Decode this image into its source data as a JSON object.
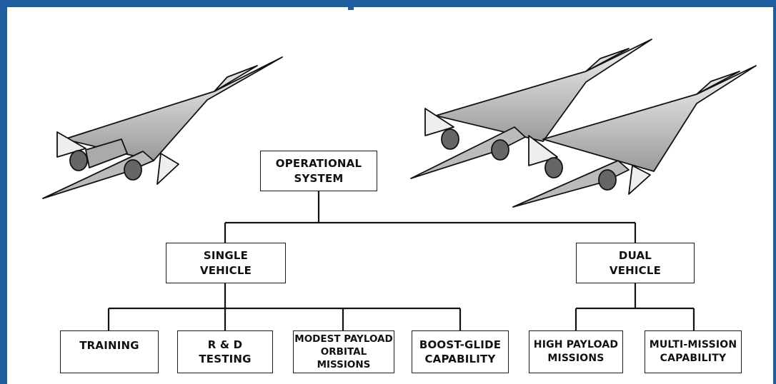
{
  "diagram": {
    "root": {
      "label": "OPERATIONAL\nSYSTEM"
    },
    "branches": [
      {
        "label": "SINGLE\nVEHICLE",
        "children": [
          {
            "label": "TRAINING"
          },
          {
            "label": "R & D\nTESTING"
          },
          {
            "label": "MODEST PAYLOAD\nORBITAL MISSIONS"
          },
          {
            "label": "BOOST-GLIDE\nCAPABILITY"
          }
        ]
      },
      {
        "label": "DUAL\nVEHICLE",
        "children": [
          {
            "label": "HIGH PAYLOAD\nMISSIONS"
          },
          {
            "label": "MULTI-MISSION\nCAPABILITY"
          }
        ]
      }
    ]
  },
  "colors": {
    "frame": "#1f5fa0",
    "ink": "#111111"
  }
}
